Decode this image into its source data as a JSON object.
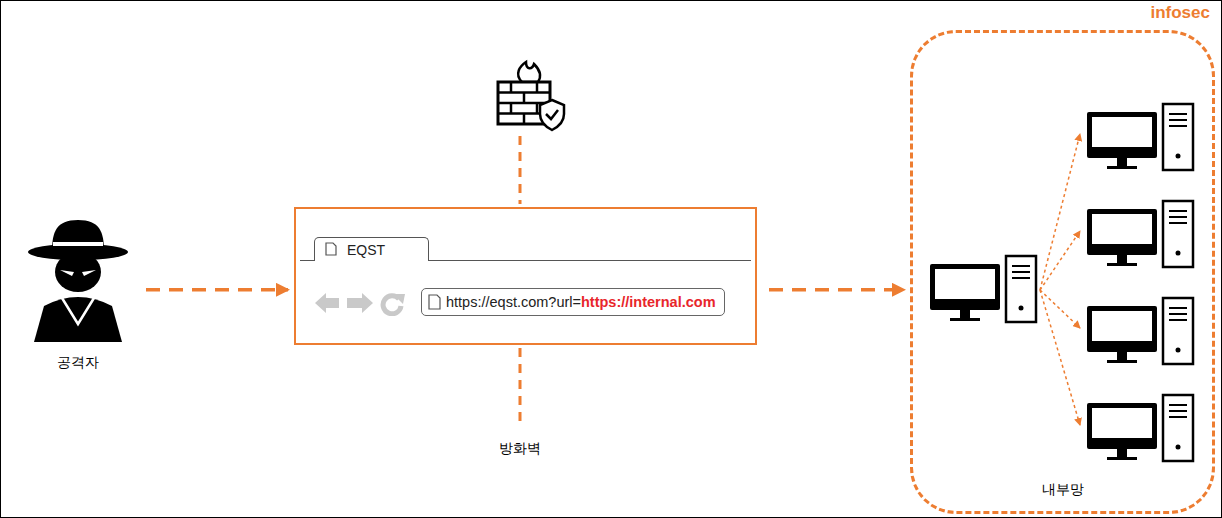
{
  "diagram": {
    "nodes": [
      {
        "text": [
          "공격자"
        ]
      },
      {
        "text": [
          "EQST",
          "https://eqst.com?url=",
          "https://internal.com"
        ]
      },
      {
        "text": [
          "내부망"
        ]
      }
    ],
    "edges": [
      {
        "from": 0,
        "to": 1,
        "arrow": "to"
      },
      {
        "from": 1,
        "to": 2,
        "arrow": "to"
      }
    ],
    "labels": [
      "infosec",
      "방화벽"
    ]
  }
}
